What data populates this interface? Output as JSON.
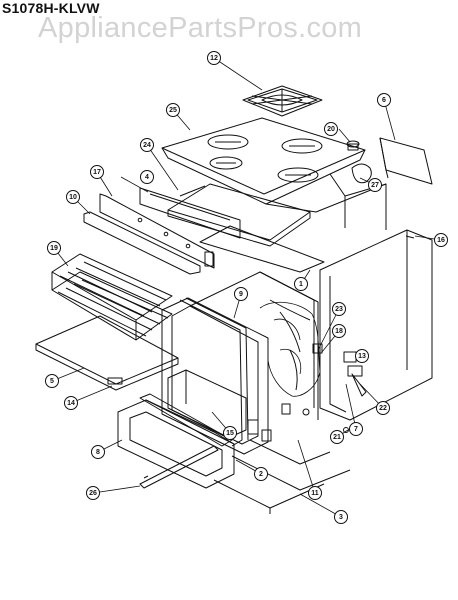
{
  "header": {
    "model_number": "S1078H-KLVW",
    "watermark": "AppliancePartsPros.com"
  },
  "callouts": [
    "1",
    "2",
    "3",
    "4",
    "5",
    "6",
    "7",
    "8",
    "9",
    "10",
    "11",
    "12",
    "13",
    "14",
    "15",
    "16",
    "17",
    "18",
    "19",
    "20",
    "21",
    "22",
    "23",
    "24",
    "25",
    "26",
    "27"
  ],
  "colors": {
    "line": "#111111",
    "watermark": "#d3d3d3"
  }
}
